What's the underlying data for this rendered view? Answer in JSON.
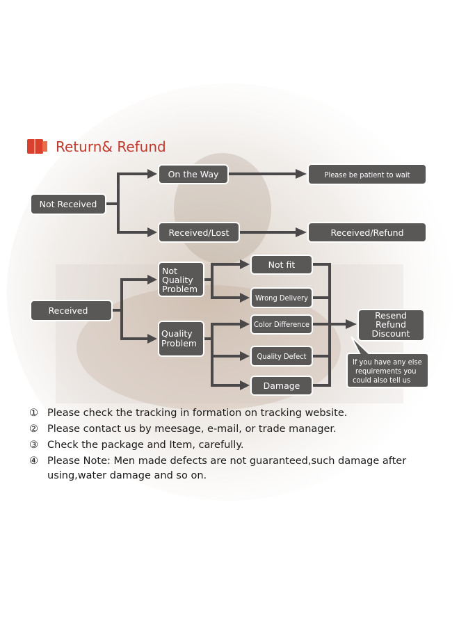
{
  "title": "Return& Refund",
  "nodes": {
    "not_received": "Not Received",
    "on_the_way": "On the Way",
    "please_wait": "Please be patient to wait",
    "received_lost": "Received/Lost",
    "received_refund": "Received/Refund",
    "received": "Received",
    "not_quality_problem": [
      "Not",
      "Quality",
      "Problem"
    ],
    "quality_problem": [
      "Quality",
      "Problem"
    ],
    "not_fit": "Not fit",
    "wrong_delivery": "Wrong Delivery",
    "color_difference": "Color Difference",
    "quality_defect": "Quality Defect",
    "damage": "Damage",
    "resend_refund_discount": [
      "Resend",
      "Refund",
      "Discount"
    ],
    "callout": [
      "If you have any else",
      "requirements you",
      "could also tell us"
    ]
  },
  "notes": [
    {
      "num": "①",
      "text": "Please check the tracking in formation on tracking website."
    },
    {
      "num": "②",
      "text": "Please contact us by meesage, e-mail, or trade manager."
    },
    {
      "num": "③",
      "text": "Check the package and Item, carefully."
    },
    {
      "num": "④",
      "text": "Please Note: Men made defects  are not guaranteed,such damage after using,water damage and so on."
    }
  ]
}
